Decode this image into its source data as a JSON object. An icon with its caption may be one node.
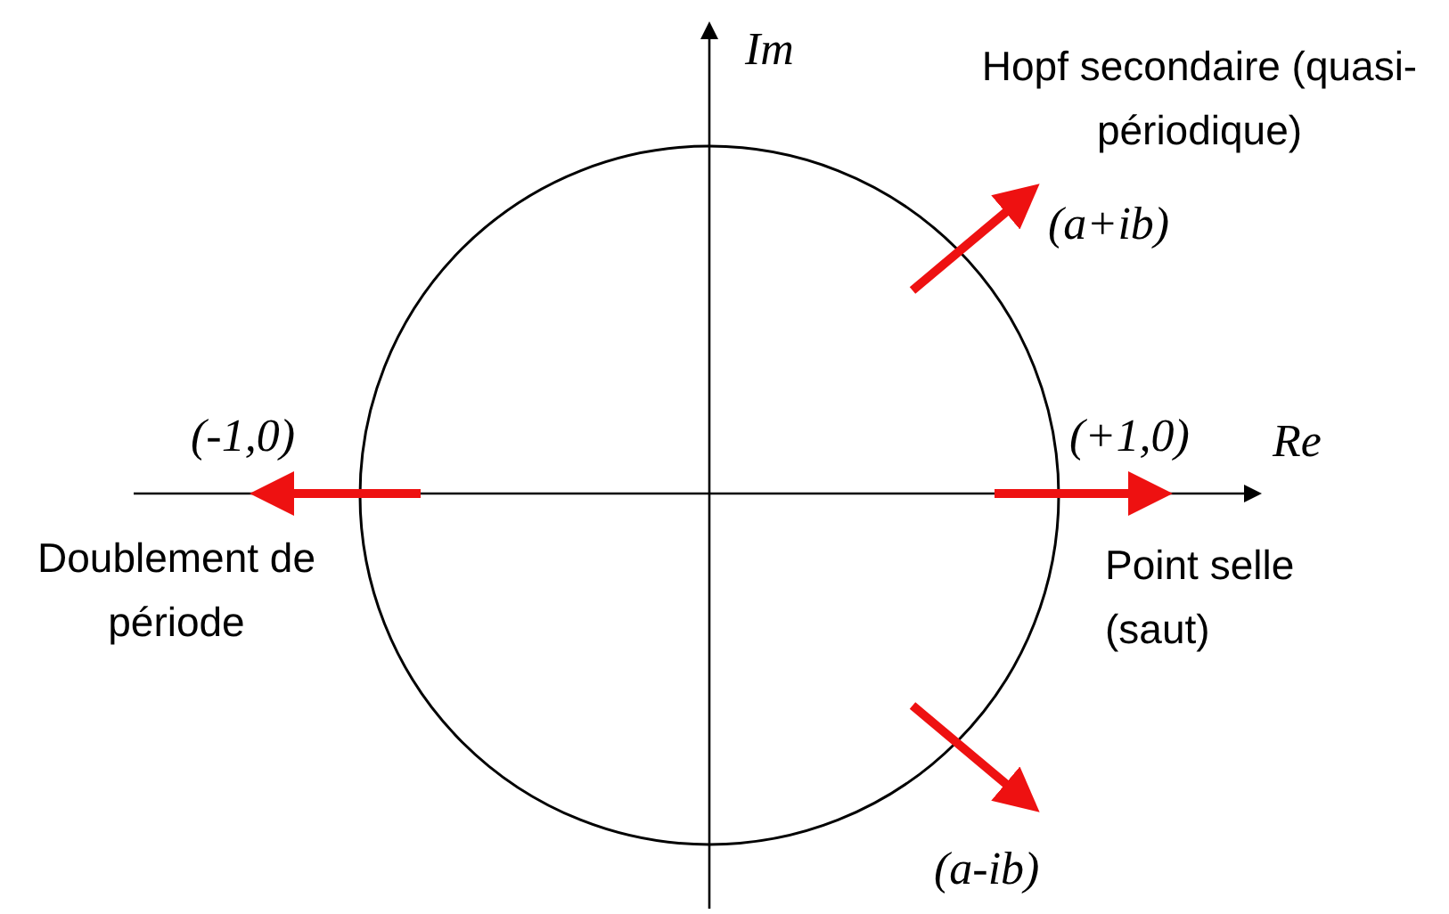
{
  "diagram": {
    "labels": [
      "Im",
      "Hopf secondaire (quasi-périodique)",
      "(a+ib)",
      "(-1,0)",
      "(+1,0)",
      "Re",
      "Doublement de période",
      "Point selle (saut)",
      "(a-ib)"
    ]
  }
}
